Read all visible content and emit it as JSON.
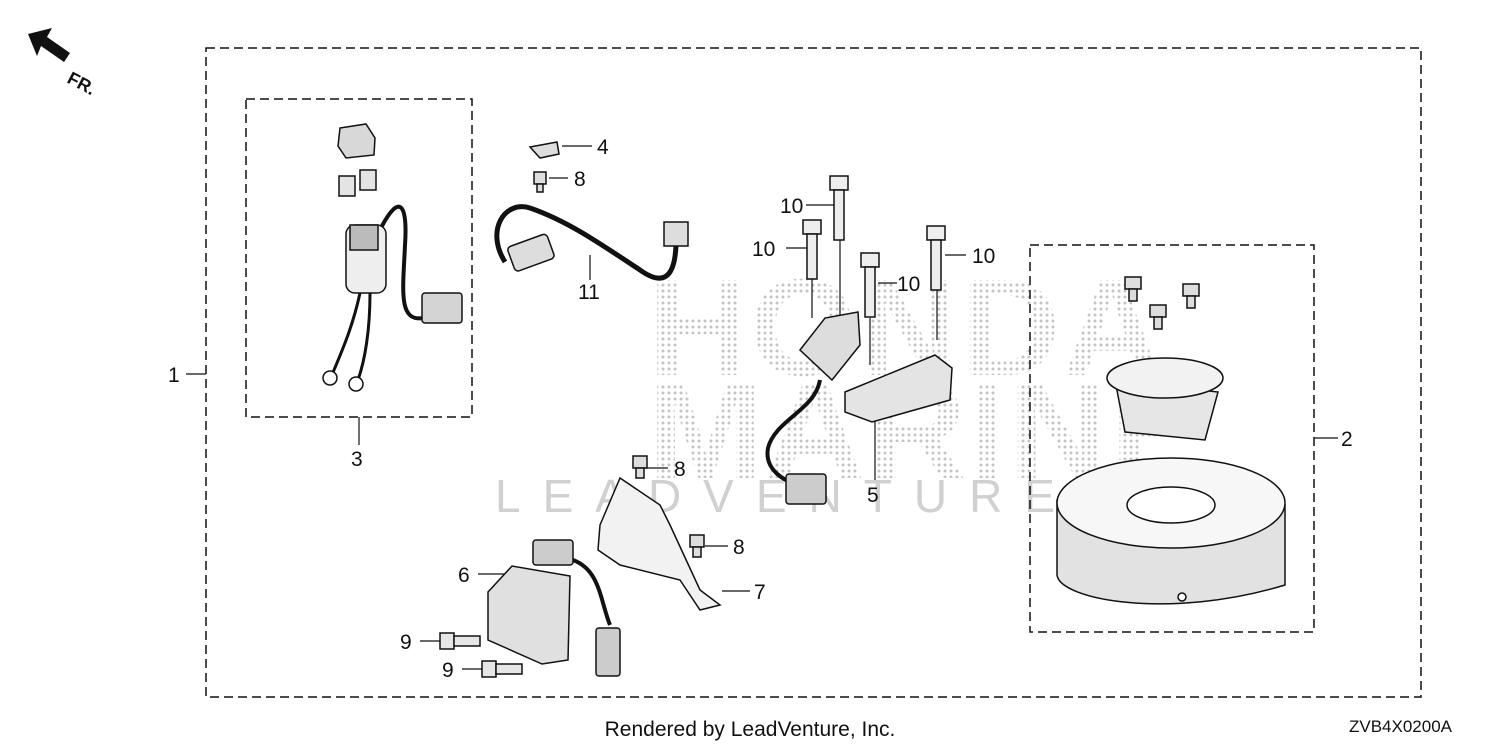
{
  "orientation_label": "FR.",
  "watermark": {
    "line1": "HONDA",
    "line2": "MARINE",
    "line3": "LEADVENTURE"
  },
  "callouts": {
    "c1": "1",
    "c2": "2",
    "c3": "3",
    "c4": "4",
    "c5": "5",
    "c6": "6",
    "c7": "7",
    "c8a": "8",
    "c8b": "8",
    "c8c": "8",
    "c9a": "9",
    "c9b": "9",
    "c10a": "10",
    "c10b": "10",
    "c10c": "10",
    "c10d": "10",
    "c11": "11"
  },
  "footer": {
    "credit": "Rendered by LeadVenture, Inc.",
    "diagram_code": "ZVB4X0200A"
  }
}
